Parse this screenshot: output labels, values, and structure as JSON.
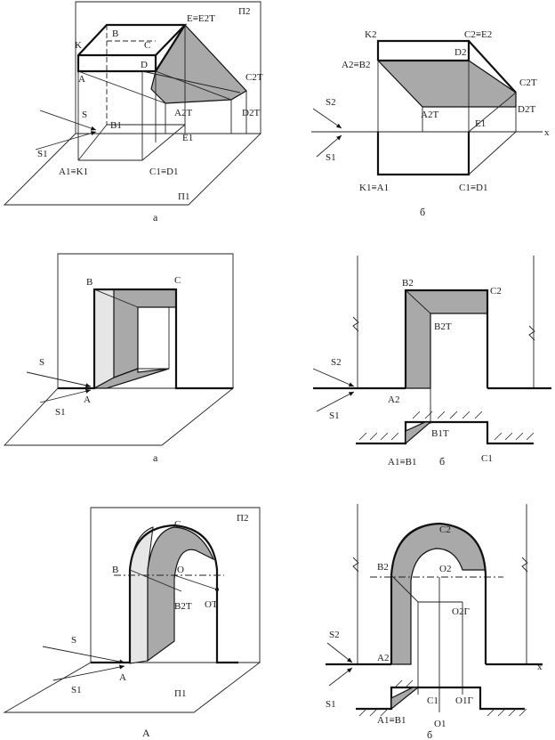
{
  "labels": {
    "p1": {
      "pi2": "П2",
      "K": "K",
      "B": "B",
      "C": "C",
      "E": "E≡E2T",
      "D": "D",
      "A": "A",
      "C2T": "C2T",
      "A2T": "A2T",
      "D2T": "D2T",
      "S": "S",
      "B1": "B1",
      "S1": "S1",
      "E1": "E1",
      "A1K1": "A1≡K1",
      "C1D1": "C1≡D1",
      "pi1": "П1",
      "caption": "а"
    },
    "p2": {
      "K2": "K2",
      "C2E2": "C2≡E2",
      "D2": "D2",
      "A2B2": "A2≡B2",
      "C2T": "C2T",
      "S2": "S2",
      "A2T": "A2T",
      "E1": "E1",
      "D2T": "D2T",
      "x": "x",
      "S1": "S1",
      "K1A1": "K1≡A1",
      "C1D1": "C1≡D1",
      "caption": "б"
    },
    "p3": {
      "B": "B",
      "C": "C",
      "S": "S",
      "S1": "S1",
      "A": "A",
      "caption": "а"
    },
    "p4": {
      "B2": "B2",
      "C2": "C2",
      "B2T": "B2T",
      "S2": "S2",
      "S1": "S1",
      "A2": "A2",
      "B1T": "B1T",
      "A1B1": "A1≡B1",
      "C1": "C1",
      "caption": "б"
    },
    "p5": {
      "C": "C",
      "pi2": "П2",
      "B": "B",
      "O": "O",
      "B2T": "B2T",
      "OT": "OT",
      "S": "S",
      "S1": "S1",
      "A": "A",
      "pi1": "П1",
      "caption": "А"
    },
    "p6": {
      "C2": "C2",
      "B2": "B2",
      "O2": "O2",
      "O2G": "O2Г",
      "S2": "S2",
      "A2": "A2",
      "x": "x",
      "S1": "S1",
      "C1": "C1",
      "O1G": "O1Г",
      "A1B1": "A1≡B1",
      "O1": "O1",
      "caption": "б"
    }
  }
}
